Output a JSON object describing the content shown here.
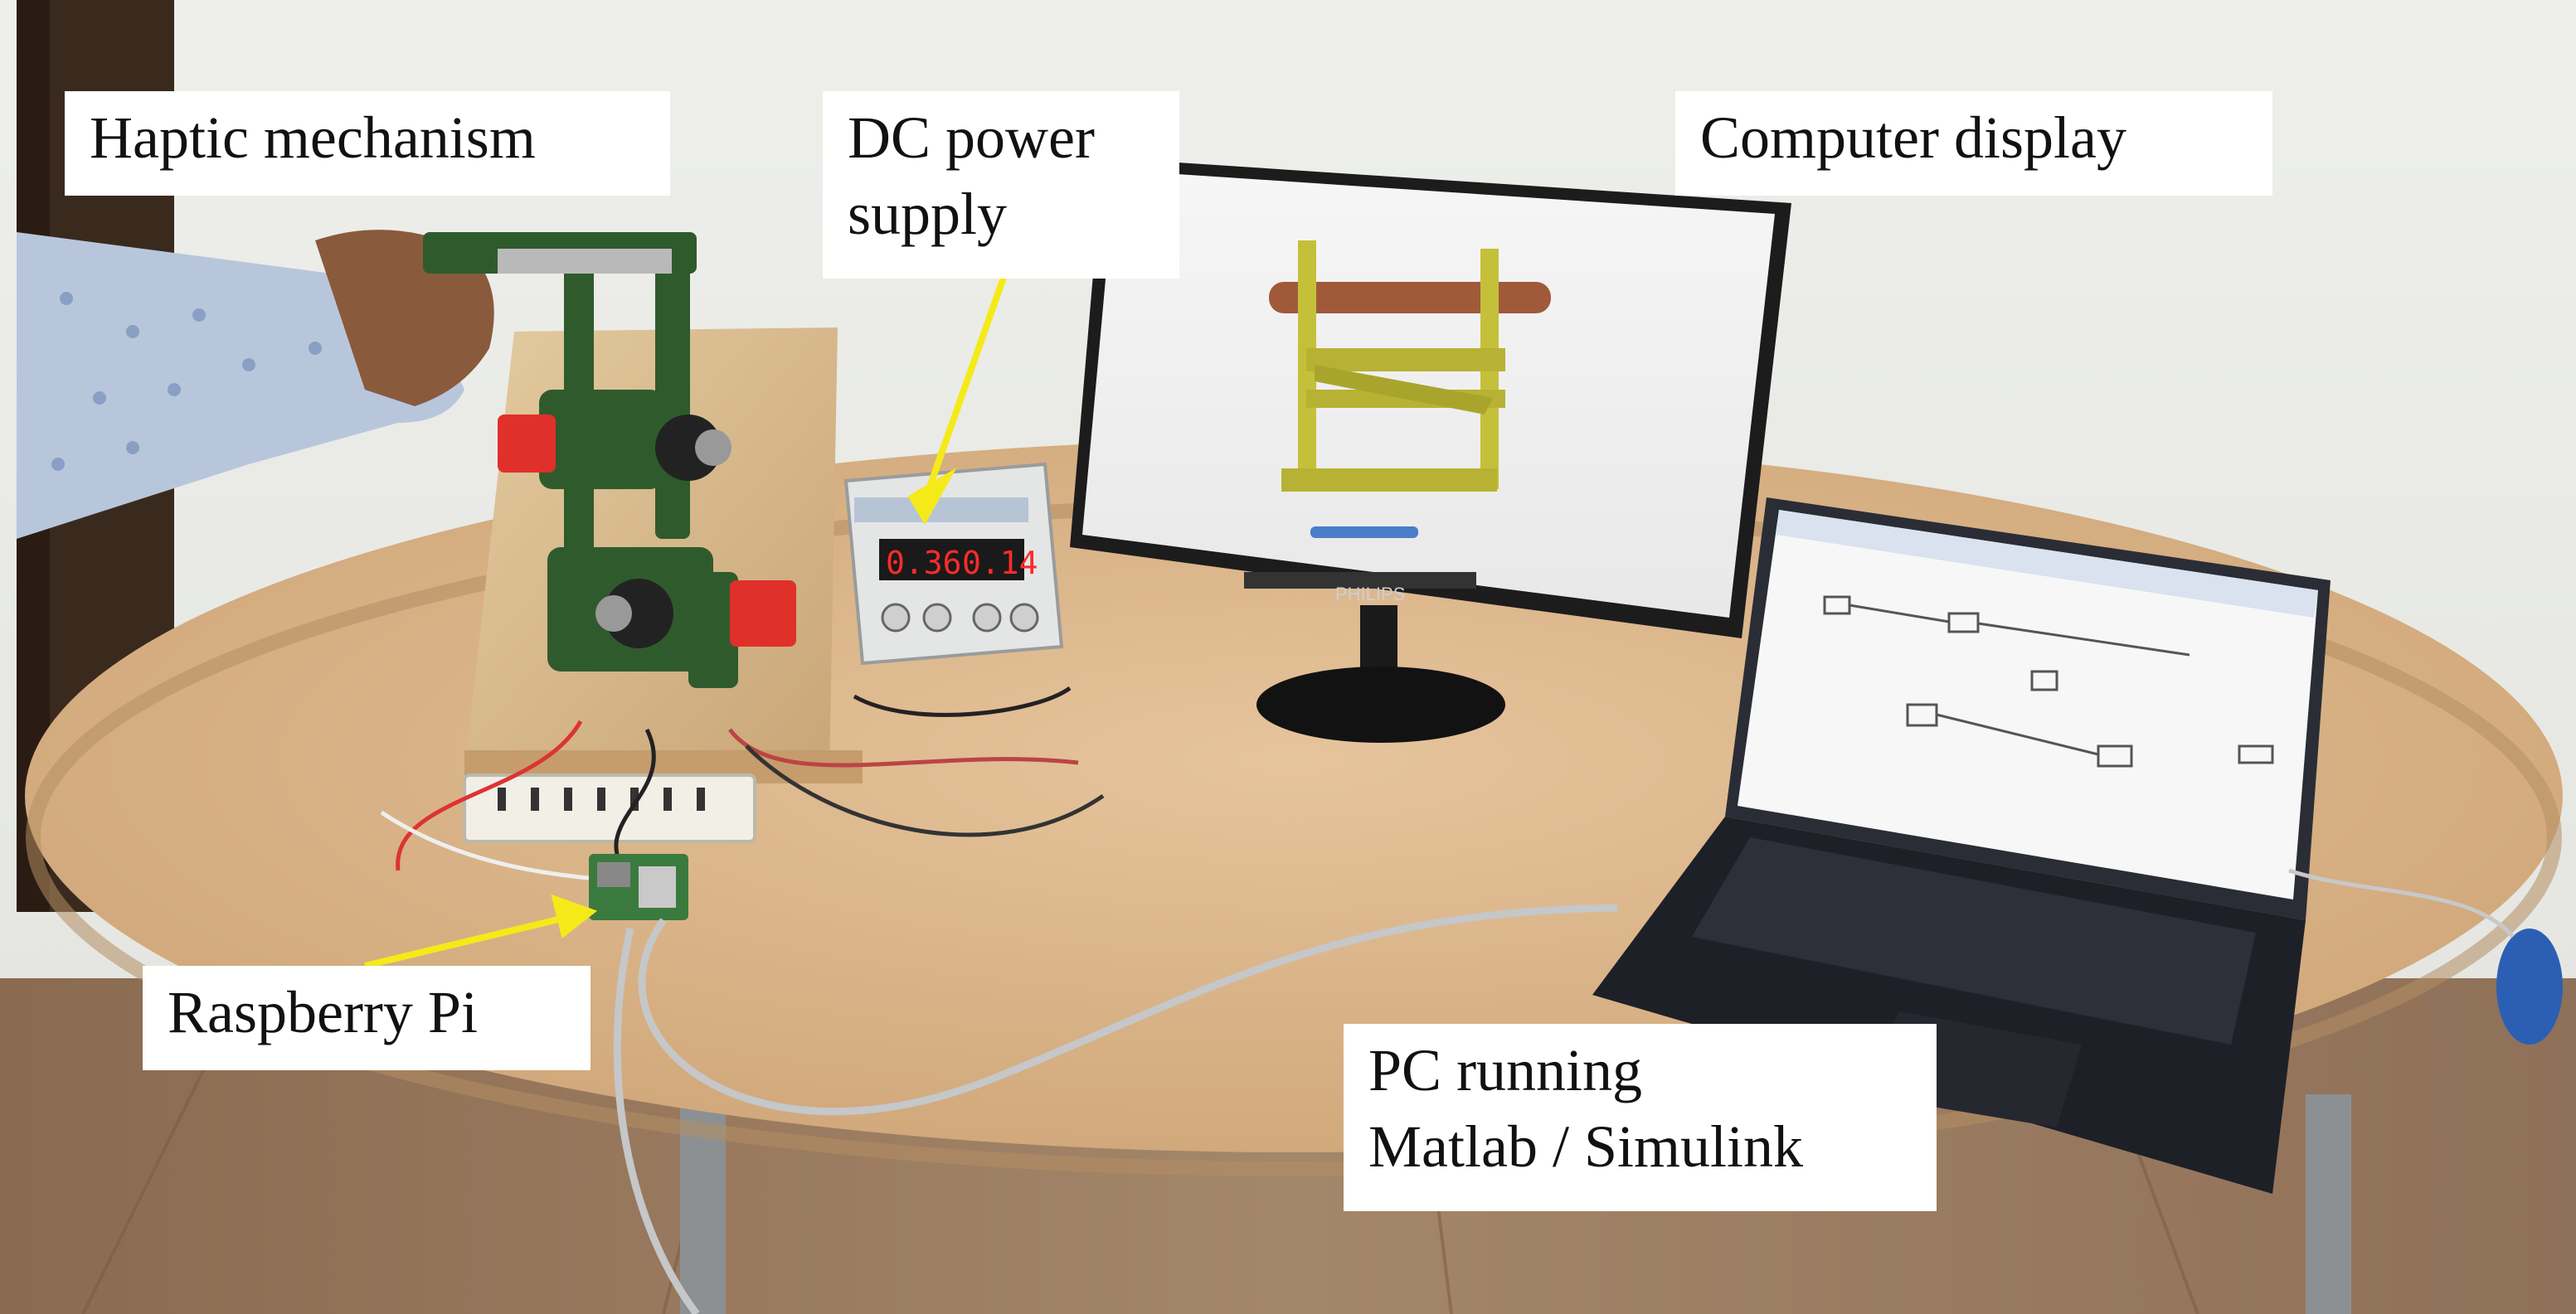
{
  "labels": {
    "haptic_mechanism": [
      "Haptic mechanism"
    ],
    "dc_power_supply": [
      "DC power",
      "supply"
    ],
    "computer_display": [
      "Computer display"
    ],
    "raspberry_pi": [
      "Raspberry Pi"
    ],
    "pc_running": [
      "PC running",
      "Matlab / Simulink"
    ]
  },
  "power_supply_readout": {
    "left": "0.36",
    "right": "0.14"
  },
  "monitor_brand": "PHILIPS",
  "colors": {
    "wall": "#e9eae6",
    "table_top": "#d9b48a",
    "floor": "#9a7a5e",
    "arrow": "#f4ea1a",
    "mechanism_green": "#2f5b2c",
    "motor_red": "#e0302a",
    "readout_red": "#ff2b2b"
  }
}
